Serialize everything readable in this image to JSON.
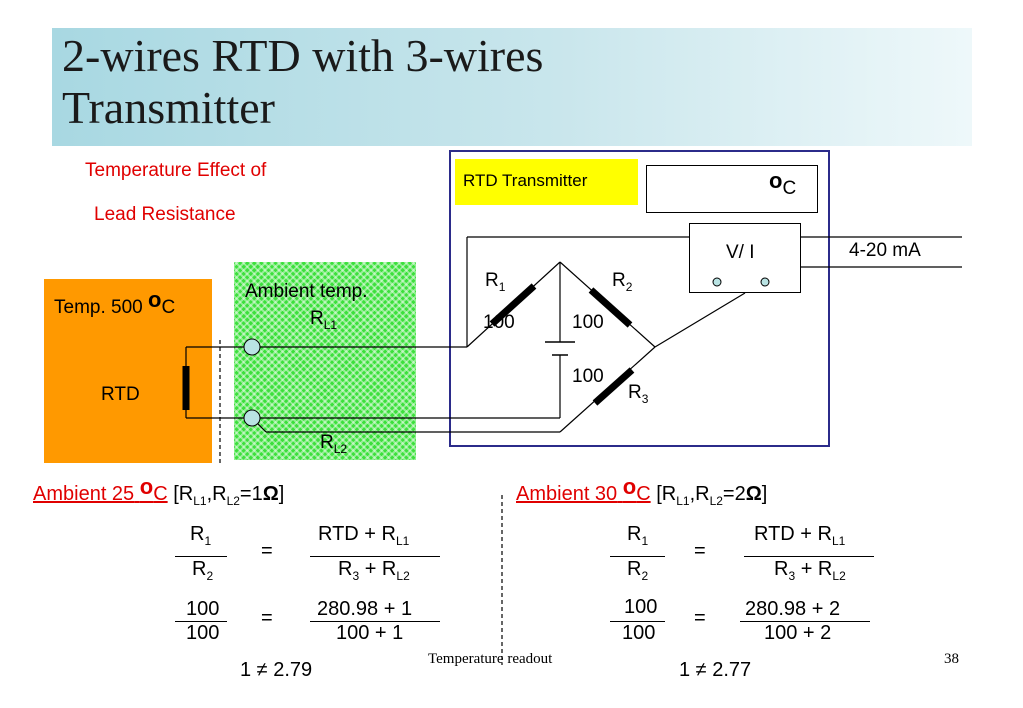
{
  "title": "2-wires RTD with 3-wires\nTransmitter",
  "subtitle_line1": "Temperature  Effect of",
  "subtitle_line2": "Lead Resistance",
  "rtd": {
    "temp_label": "Temp. 500",
    "degree_symbol": "o",
    "temp_unit": "C",
    "label": "RTD"
  },
  "ambient_zone": {
    "label": "Ambient  temp.",
    "rl1": "R",
    "rl1_sub": "L1",
    "rl2": "R",
    "rl2_sub": "L2"
  },
  "transmitter": {
    "label": "RTD Transmitter",
    "display_degree": "o",
    "display_unit": "C",
    "vi_label": "V/ I",
    "output_label": "4-20  mA"
  },
  "bridge": {
    "r1": "R",
    "r1_sub": "1",
    "r1_value": "100",
    "r2": "R",
    "r2_sub": "2",
    "r2_value": "100",
    "r3": "R",
    "r3_sub": "3",
    "r3_value": "100"
  },
  "case_left": {
    "heading": "Ambient 25",
    "degree": "o",
    "unit": "C",
    "condition_open": "[R",
    "rl1_sub": "L1",
    "comma_r": ",R",
    "rl2_sub": "L2",
    "condition_close": "=1",
    "ohm": "Ω",
    "bracket": "]",
    "frac1_num": "R",
    "frac1_num_sub": "1",
    "frac1_den": "R",
    "frac1_den_sub": "2",
    "eq": "=",
    "frac2_num": "RTD + R",
    "frac2_num_sub": "L1",
    "frac2_den": "R",
    "frac2_den_sub": "3",
    "frac2_den_rest": " + R",
    "frac2_den_sub2": "L2",
    "num_a": "100",
    "den_a": "100",
    "num_b": "280.98  + 1",
    "den_b": "100  + 1",
    "result": "1 ≠ 2.79"
  },
  "case_right": {
    "heading": "Ambient 30",
    "degree": "o",
    "unit": "C",
    "condition_open": "[R",
    "rl1_sub": "L1",
    "comma_r": ",R",
    "rl2_sub": "L2",
    "condition_close": "=2",
    "ohm": "Ω",
    "bracket": "]",
    "frac1_num": "R",
    "frac1_num_sub": "1",
    "frac1_den": "R",
    "frac1_den_sub": "2",
    "eq": "=",
    "frac2_num": "RTD + R",
    "frac2_num_sub": "L1",
    "frac2_den": "R",
    "frac2_den_sub": "3",
    "frac2_den_rest": " + R",
    "frac2_den_sub2": "L2",
    "num_a": "100",
    "den_a": "100",
    "num_b": "280.98  + 2",
    "den_b": "100  + 2",
    "result": "1 ≠ 2.77"
  },
  "footer": {
    "caption": "Temperature readout",
    "page_number": "38"
  },
  "colors": {
    "title_band": "#a8d8e2",
    "rtd_box": "#ff9900",
    "ambient_zone": "#3ce03c",
    "transmitter_frame": "#2b2b8a",
    "highlight": "#ffff00",
    "red_text": "#e00000"
  }
}
